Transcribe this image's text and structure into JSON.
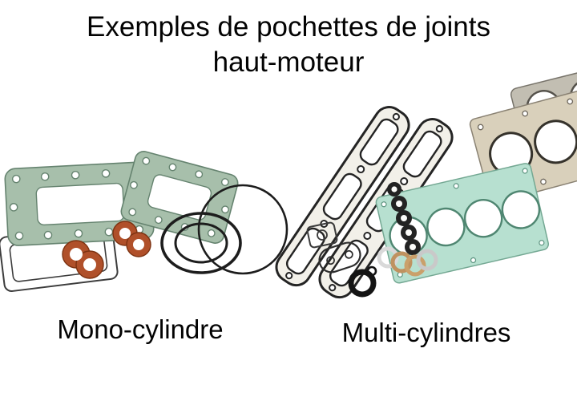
{
  "title": {
    "line1": "Exemples de pochettes de joints",
    "line2": "haut-moteur"
  },
  "labels": {
    "mono": "Mono-cylindre",
    "multi": "Multi-cylindres"
  },
  "colors": {
    "background": "#ffffff",
    "text": "#030303",
    "green_gasket": "#a7bfab",
    "green_gasket_outline": "#65836f",
    "mint_head_gasket": "#b7e0d0",
    "mint_outline": "#4f8671",
    "tan_head_gasket": "#d9d0bb",
    "tan_outline": "#8a8273",
    "orange_gasket": "#b0502a",
    "orange_outline": "#7c3211",
    "rubber_black": "#1d1d1d",
    "cover_gasket_fill": "#f2f0e9",
    "cover_gasket_outline": "#242424",
    "copper_washer": "#bf9260",
    "steel_washer": "#c9c9c9"
  }
}
